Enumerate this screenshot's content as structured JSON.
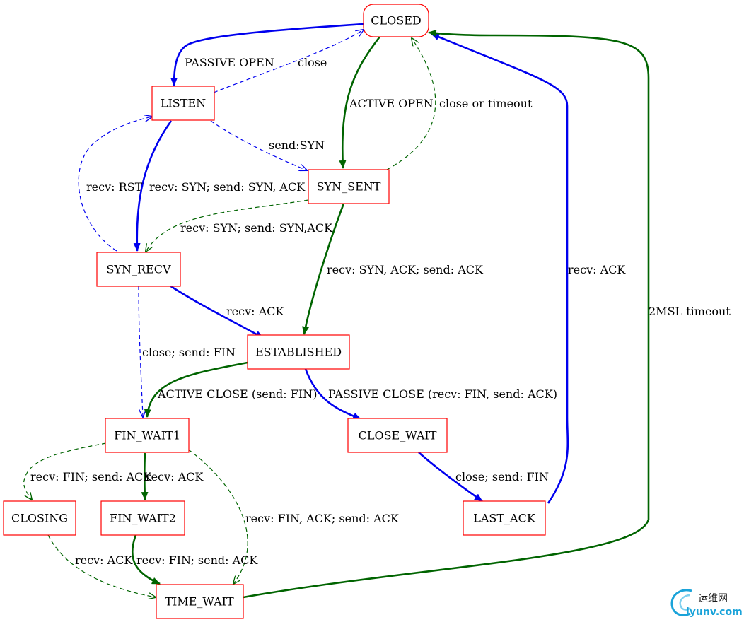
{
  "colors": {
    "node_border": "#ff0000",
    "blue_edge": "#0000ee",
    "green_edge": "#006400",
    "watermark": "#1aa3d9"
  },
  "nodes": {
    "closed": "CLOSED",
    "listen": "LISTEN",
    "syn_sent": "SYN_SENT",
    "syn_recv": "SYN_RECV",
    "established": "ESTABLISHED",
    "fin_wait1": "FIN_WAIT1",
    "close_wait": "CLOSE_WAIT",
    "closing": "CLOSING",
    "fin_wait2": "FIN_WAIT2",
    "last_ack": "LAST_ACK",
    "time_wait": "TIME_WAIT"
  },
  "edge_labels": {
    "passive_open": "PASSIVE OPEN",
    "listen_close": "close",
    "active_open": "ACTIVE OPEN",
    "close_or_timeout": "close or timeout",
    "send_syn": "send:SYN",
    "recv_rst": "recv: RST",
    "listen_recv_syn": "recv: SYN; send: SYN, ACK",
    "synsent_recv_syn": "recv: SYN; send: SYN,ACK",
    "recv_syn_ack": "recv: SYN, ACK; send: ACK",
    "lastack_recv_ack": "recv: ACK",
    "two_msl": "2MSL timeout",
    "synrecv_recv_ack": "recv: ACK",
    "synrecv_close": "close; send: FIN",
    "active_close": "ACTIVE CLOSE (send: FIN)",
    "passive_close": "PASSIVE CLOSE (recv: FIN, send: ACK)",
    "finwait1_recv_fin": "recv: FIN; send: ACK",
    "finwait1_recv_ack": "recv: ACK",
    "closewait_close": "close; send: FIN",
    "finwait1_recv_fin_ack": "recv: FIN, ACK; send: ACK",
    "closing_recv_ack": "recv: ACK",
    "finwait2_recv_fin": "recv: FIN; send: ACK"
  },
  "watermark": {
    "cn": "运维网",
    "url": "iyunv.com"
  }
}
